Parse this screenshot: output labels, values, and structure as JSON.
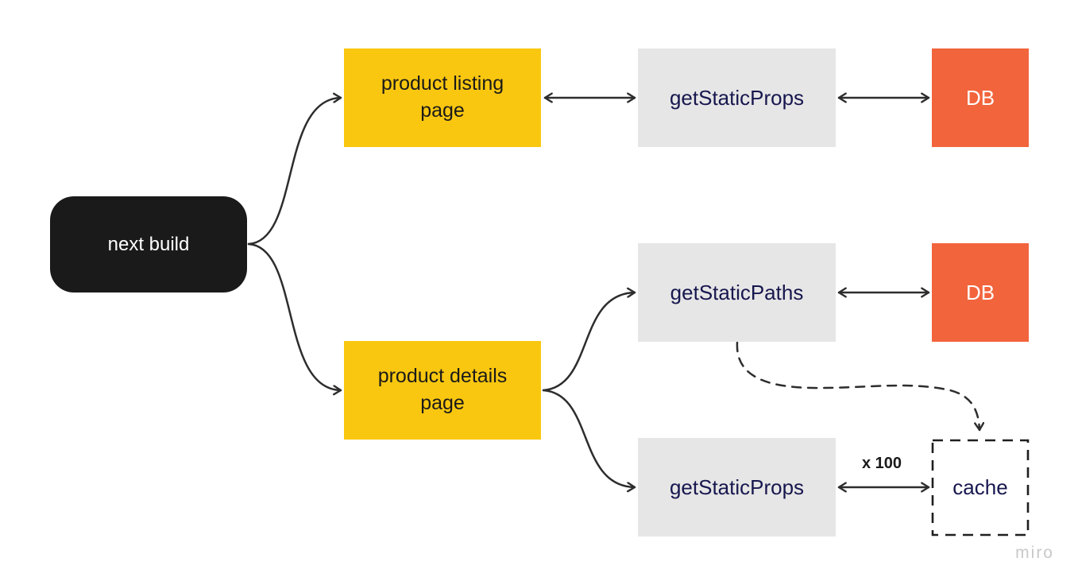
{
  "app": {
    "watermark": "miro"
  },
  "colors": {
    "background": "#ffffff",
    "black_node": "#1a1a1a",
    "yellow_node": "#fac710",
    "gray_node": "#e6e6e6",
    "orange_node": "#f2643c",
    "navy_text": "#17174f",
    "dark_text": "#1a1a1a",
    "arrow": "#2d2d2d",
    "cache_border": "#1f1f1f",
    "watermark": "#c9c9c9"
  },
  "nodes": {
    "next_build": {
      "label": "next build"
    },
    "product_listing_page": {
      "label": "product listing page"
    },
    "get_static_props_listing": {
      "label": "getStaticProps"
    },
    "db_listing": {
      "label": "DB"
    },
    "get_static_paths": {
      "label": "getStaticPaths"
    },
    "db_paths": {
      "label": "DB"
    },
    "product_details_page": {
      "label": "product details page"
    },
    "get_static_props_details": {
      "label": "getStaticProps"
    },
    "cache": {
      "label": "cache"
    }
  },
  "edges": {
    "multiplier_label": "x 100"
  }
}
